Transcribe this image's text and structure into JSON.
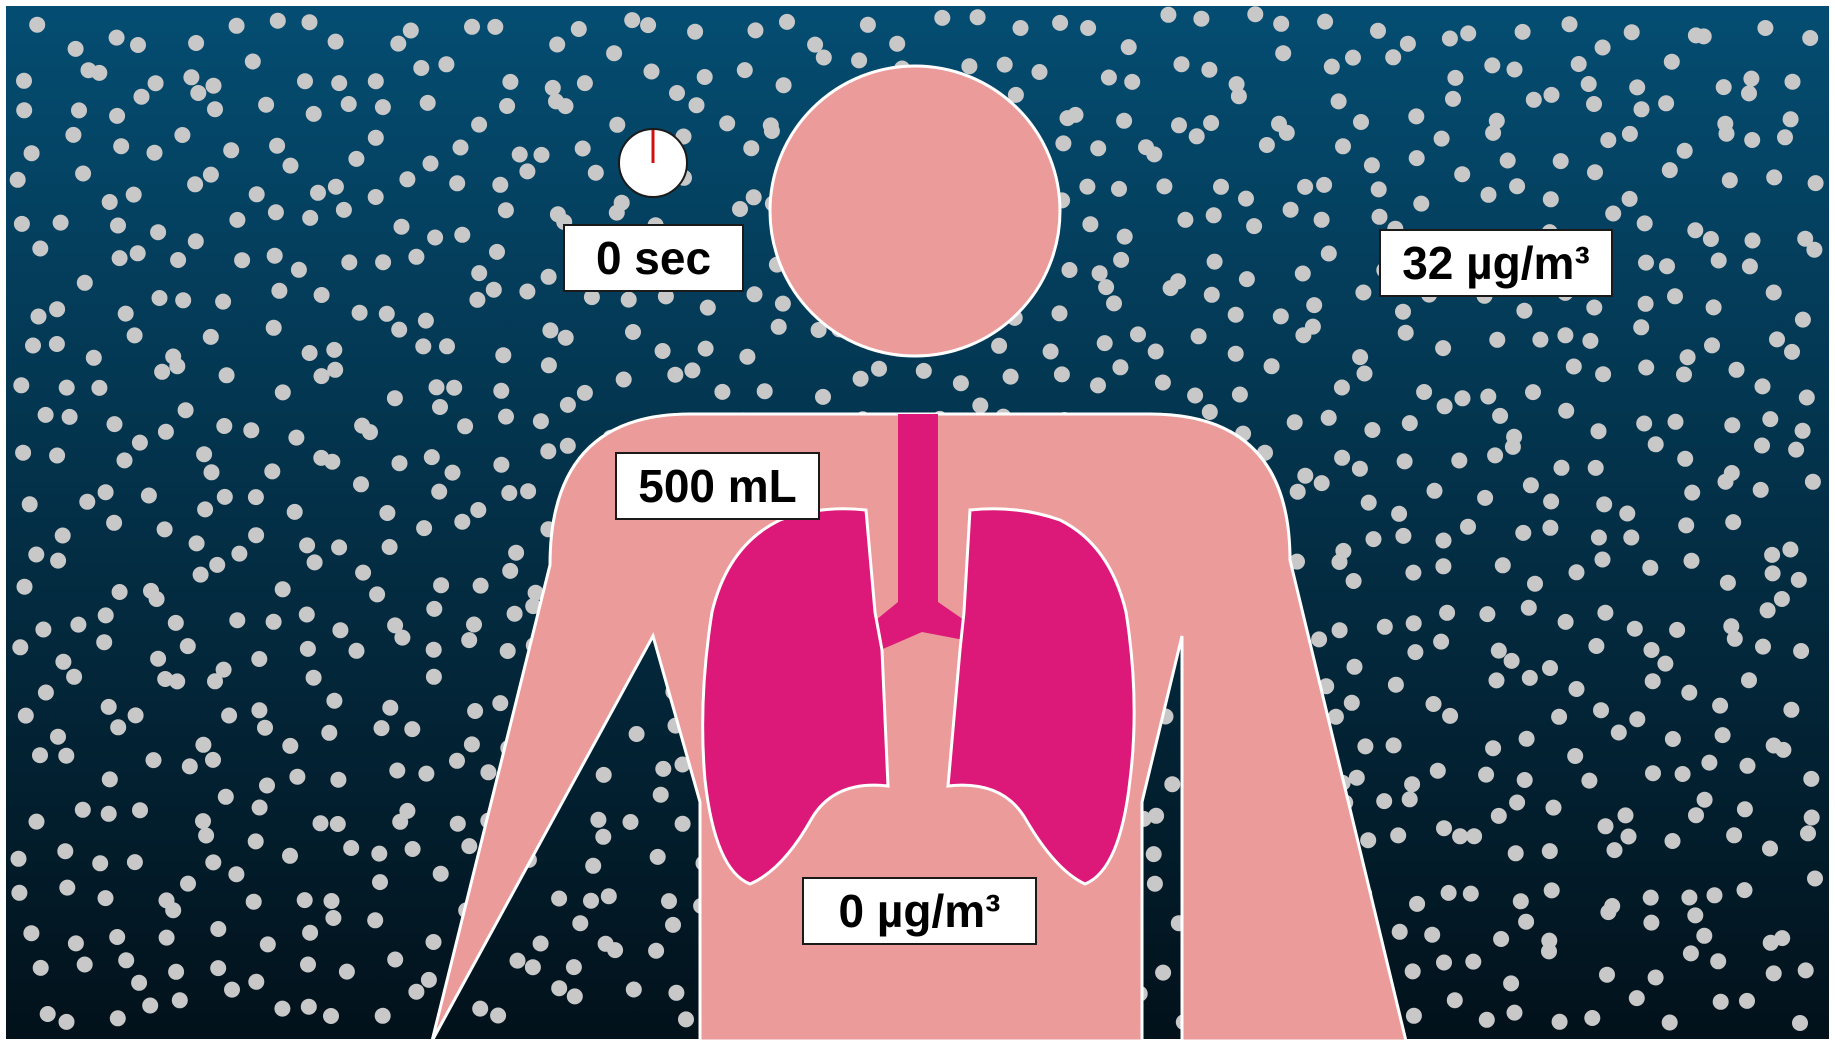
{
  "scene": {
    "timer_text": "0 sec",
    "outdoor_concentration_text": "32 µg/m³",
    "inhaled_volume_text": "500 mL",
    "lung_concentration_text": "0 µg/m³"
  },
  "colors": {
    "background_top": "#044d72",
    "background_bottom": "#02111a",
    "body": "#ec9b9b",
    "lungs": "#dc1878",
    "particles": "#c8c8c8",
    "timer_hand": "#d01010",
    "outline": "#ffffff"
  },
  "icons": [
    "stopwatch-icon",
    "person-silhouette-icon",
    "lungs-icon",
    "particle-dot-icon"
  ]
}
